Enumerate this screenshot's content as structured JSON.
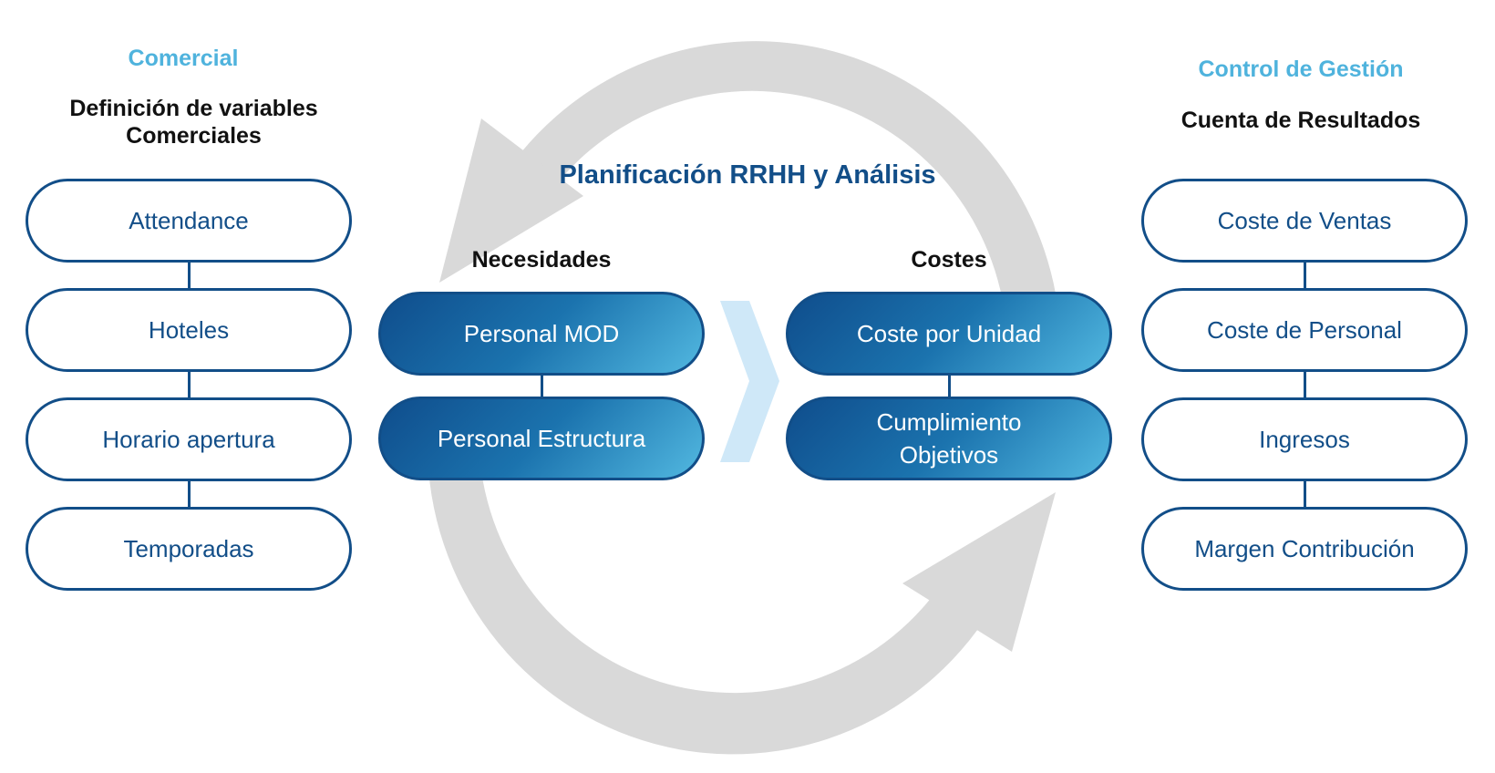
{
  "colors": {
    "navy": "#124e88",
    "sky": "#4fb3dd",
    "cycle_gray": "#d9d9d9",
    "chevron": "#cfe8f8"
  },
  "left": {
    "section": "Comercial",
    "subtitle_line1": "Definición de variables",
    "subtitle_line2": "Comerciales",
    "items": [
      "Attendance",
      "Hoteles",
      "Horario apertura",
      "Temporadas"
    ]
  },
  "center": {
    "title": "Planificación RRHH y Análisis",
    "needs": {
      "heading": "Necesidades",
      "items": [
        "Personal MOD",
        "Personal Estructura"
      ]
    },
    "costs": {
      "heading": "Costes",
      "items": [
        "Coste por Unidad",
        "Cumplimiento",
        "Objetivos"
      ]
    }
  },
  "right": {
    "section": "Control de Gestión",
    "subtitle": "Cuenta de Resultados",
    "items": [
      "Coste de Ventas",
      "Coste de Personal",
      "Ingresos",
      "Margen Contribución"
    ]
  },
  "icons": {
    "cycle": "circular-arrows-icon",
    "flow": "chevron-right-icon"
  }
}
